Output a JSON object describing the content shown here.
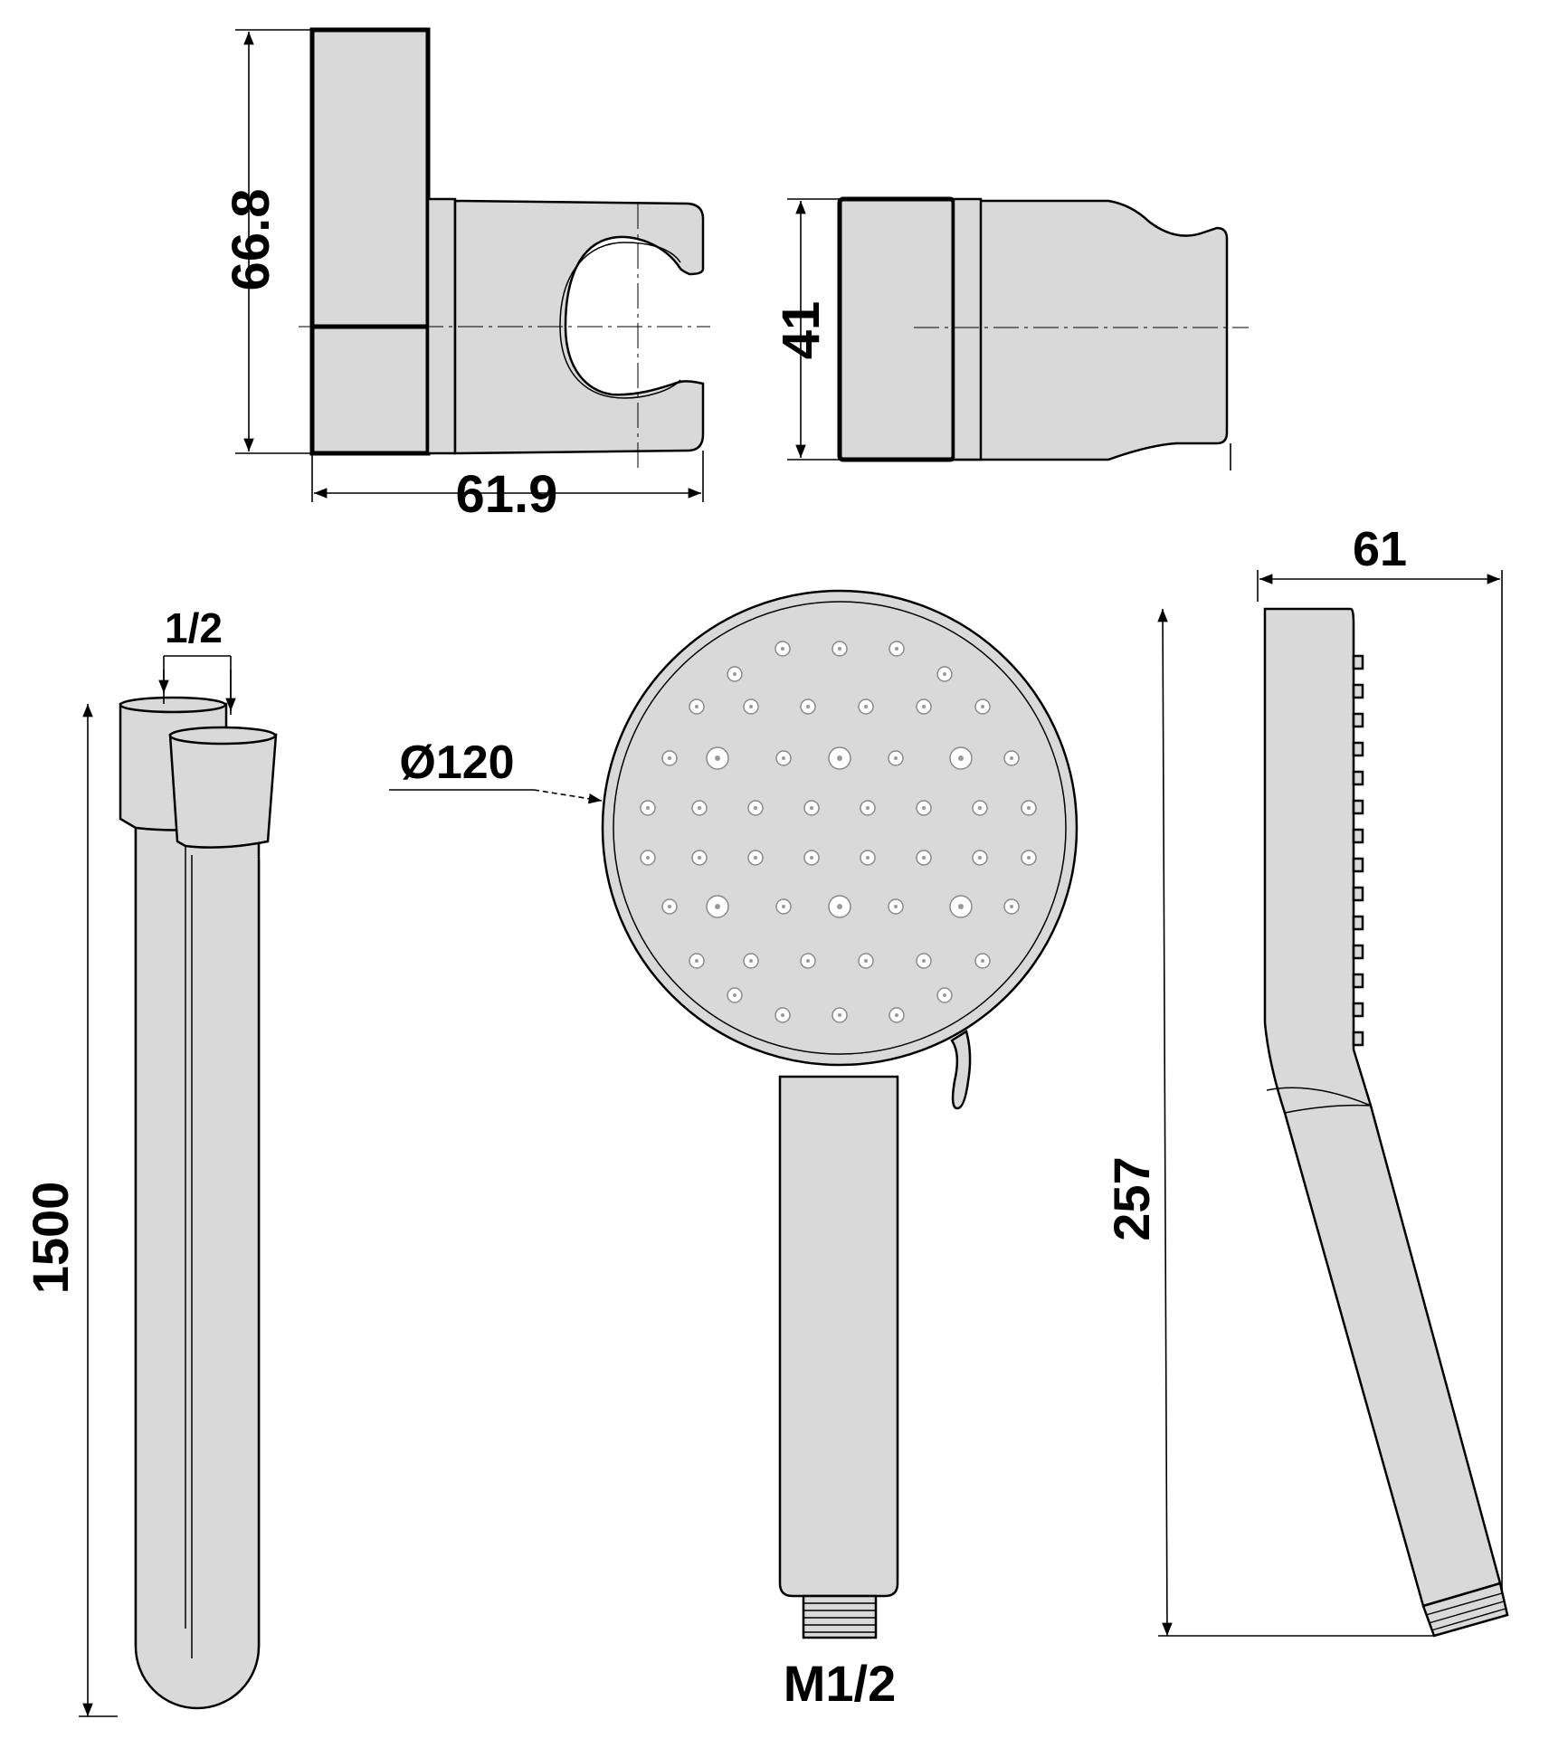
{
  "dimensions": {
    "holder_height": "66.8",
    "holder_width": "61.9",
    "holder_depth": "41",
    "hose_thread": "1/2",
    "hose_length": "1500",
    "head_diameter": "Ø120",
    "handle_thread": "M1/2",
    "head_thickness": "61",
    "shower_length": "257"
  },
  "colors": {
    "part_fill": "#d9d9d9",
    "outline": "#000000",
    "background": "#ffffff"
  }
}
